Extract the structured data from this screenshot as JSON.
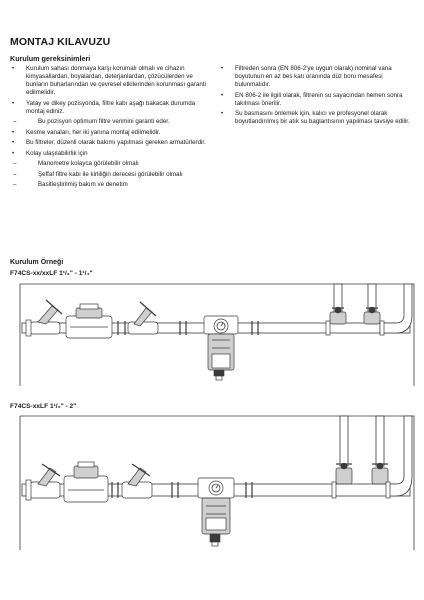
{
  "heading": "MONTAJ KILAVUZU",
  "requirements_heading": "Kurulum gereksinimleri",
  "left_items": [
    {
      "marker": "•",
      "text": "Kurulum sahası donmaya karşı korumalı olmalı ve cihazın kimyasallardan, boyalardan, deterjanlardan, çözücülerden ve bunların buharlarından ve çevresel etkilerinden korunması garanti edilmelidir."
    },
    {
      "marker": "•",
      "text": "Yatay ve dikey pozisyonda, filtre kabı aşağı bakacak durumda montaj ediniz."
    },
    {
      "marker": "–",
      "text": "Bu pozisyon optimum filtre verimini garanti eder."
    },
    {
      "marker": "•",
      "text": "Kesme vanaları, her iki yanına montaj edilmelidir."
    },
    {
      "marker": "•",
      "text": "Bu filtreler, düzenli olarak bakımı yapılması gereken armatürlerdir."
    },
    {
      "marker": "•",
      "text": "Kolay ulaşılabilirlik için"
    },
    {
      "marker": "–",
      "text": "Manometre kolayca görülebilir olmalı"
    },
    {
      "marker": "–",
      "text": "Şeffaf filtre kabı ile kirliliğin derecesi görülebilir olmalı"
    },
    {
      "marker": "–",
      "text": "Basitleştirilmiş bakım ve denetim"
    }
  ],
  "right_items": [
    {
      "marker": "•",
      "text": "Filtreden sonra (EN 806-2'ye uygun olarak) nominal vana boyutunun en az bes katı oranında düz boru mesafesi bulunmalıdır."
    },
    {
      "marker": "•",
      "text": "EN 806-2 ile ilgili olarak, filtrenin su sayacından hemen sonra takılması önerilir."
    },
    {
      "marker": "•",
      "text": "Su basmasını önlemek için, kalıcı ve profesyonel olarak boyutlandırılmış bir atık su baglantısının yapılması tavsiye edilir."
    }
  ],
  "example_heading": "Kurulum Örneği",
  "model_1": "F74CS-xx/xxLF 1¹/₂\" - 1¹/₄\"",
  "model_2": "F74CS-xxLF 1¹/₂\" - 2\"",
  "colors": {
    "text": "#1a1a1a",
    "line": "#3a3a3a",
    "fill": "#cfcfcf"
  }
}
